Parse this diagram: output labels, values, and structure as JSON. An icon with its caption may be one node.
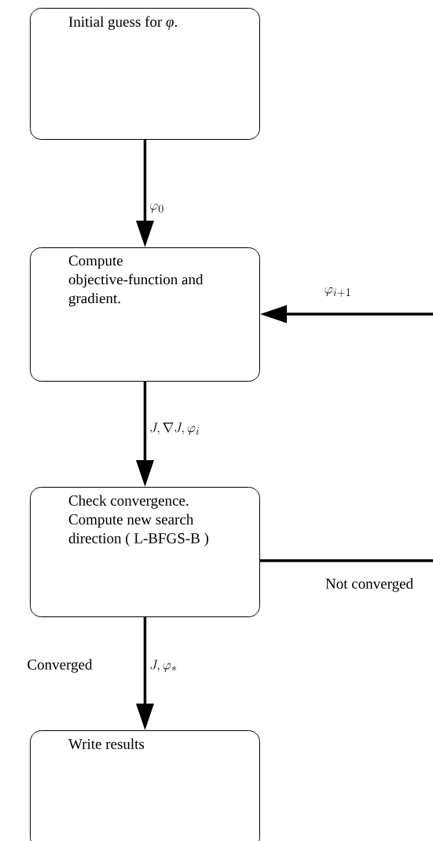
{
  "diagram": {
    "nodes": [
      {
        "text": [
          "Initial guess for *φ*."
        ]
      },
      {
        "text": [
          "Compute objective-function and gradient."
        ]
      },
      {
        "text": [
          "Check convergence.",
          "Compute new search direction ( L-BFGS-B )"
        ]
      },
      {
        "text": [
          "Write results"
        ]
      }
    ],
    "edges": [
      {
        "from": 0,
        "to": 1,
        "arrow": "to",
        "label": "\\varphi_0"
      },
      {
        "from": 1,
        "to": 2,
        "arrow": "to",
        "label": "J, \\nabla J, \\varphi_i"
      },
      {
        "from": 2,
        "to": 3,
        "arrow": "to",
        "label": "J, \\varphi_*"
      },
      {
        "from": 2,
        "to": null,
        "arrow": "none",
        "label": "Not converged"
      },
      {
        "from": null,
        "to": 1,
        "arrow": "to",
        "label": "\\varphi_{i+1}"
      }
    ],
    "labels": [
      "Converged"
    ]
  }
}
